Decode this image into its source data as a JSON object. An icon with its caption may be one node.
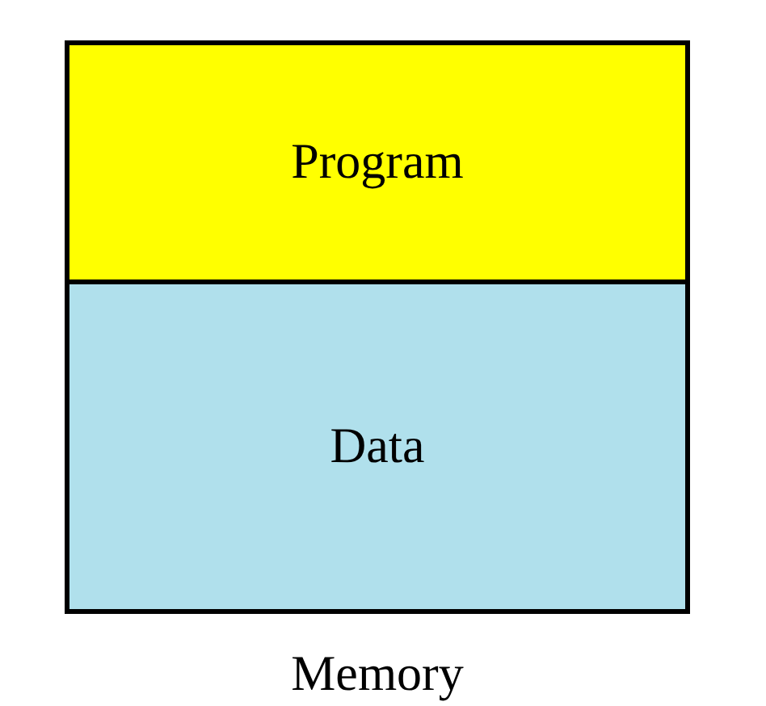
{
  "diagram": {
    "nodes": [
      {
        "text": [
          "Memory"
        ]
      },
      {
        "text": [
          "Program"
        ],
        "in": 0
      },
      {
        "text": [
          "Data"
        ],
        "in": 0
      }
    ]
  }
}
